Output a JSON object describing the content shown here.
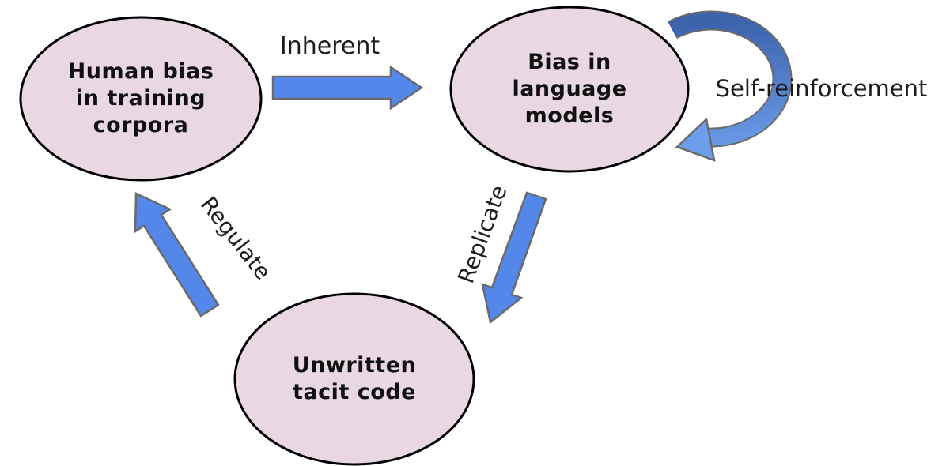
{
  "diagram": {
    "nodes": {
      "training_corpora": {
        "label": "Human bias\nin training\ncorpora"
      },
      "language_models": {
        "label": "Bias in\nlanguage\nmodels"
      },
      "tacit_code": {
        "label": "Unwritten\ntacit code"
      }
    },
    "edges": {
      "inherent": {
        "label": "Inherent"
      },
      "self_reinforcement": {
        "label": "Self-reinforcement"
      },
      "replicate": {
        "label": "Replicate"
      },
      "regulate": {
        "label": "Regulate"
      }
    },
    "colors": {
      "background": "#ffffff",
      "node_fill": "#e9d7e4",
      "node_border": "#000000",
      "arrow_fill": "#5487ea",
      "arrow_border": "#6a6a6a",
      "loop_gradient_start": "#3c63ac",
      "loop_gradient_end": "#6d9eeb",
      "text": "#111111"
    }
  }
}
